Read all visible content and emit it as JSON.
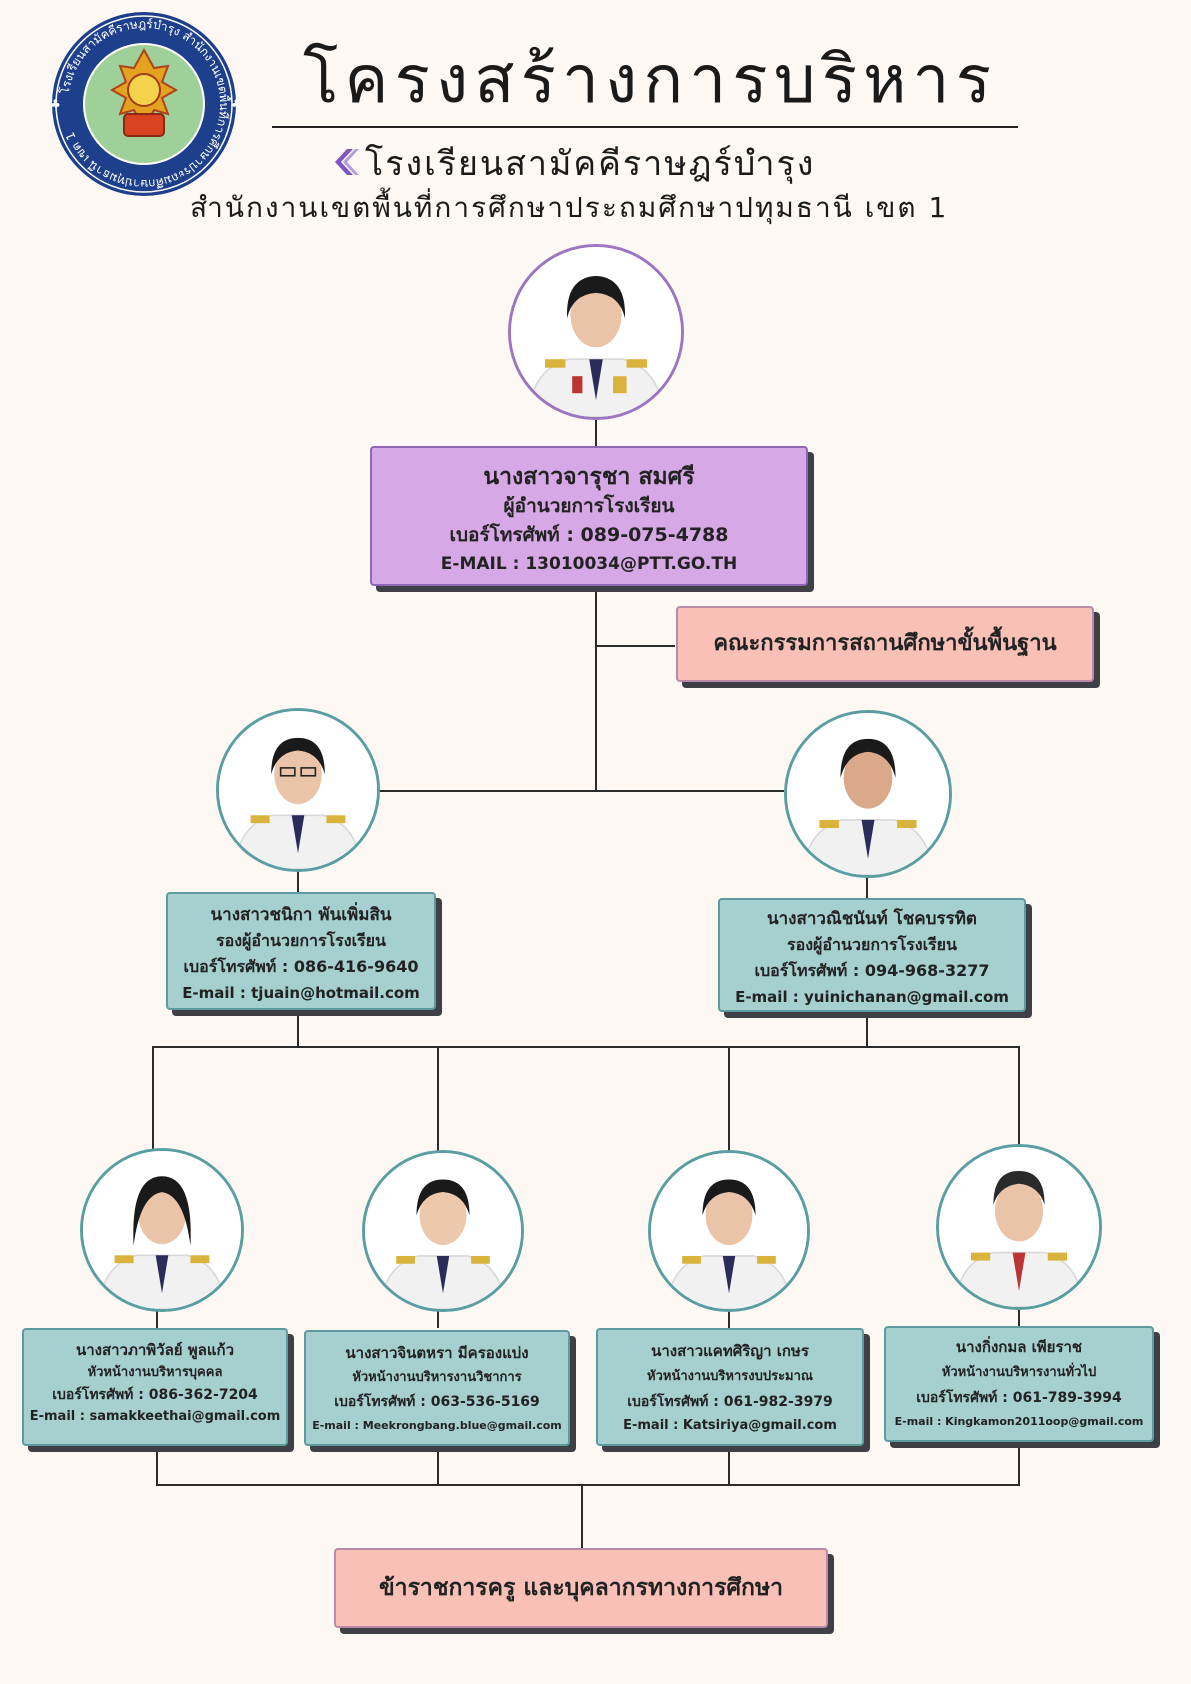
{
  "header": {
    "title": "โครงสร้างการบริหาร",
    "school": "โรงเรียนสามัคคีราษฎร์บำรุง",
    "office": "สำนักงานเขตพื้นที่การศึกษาประถมศึกษาปทุมธานี  เขต 1"
  },
  "logo": {
    "ring_text": "โรงเรียนสามัคคีราษฎร์บำรุง สำนักงานเขตพื้นที่การศึกษาประถมศึกษาปทุมธานี เขต 1"
  },
  "director": {
    "name": "นางสาวจารุชา  สมศรี",
    "position": "ผู้อำนวยการโรงเรียน",
    "phone": "เบอร์โทรศัพท์ : 089-075-4788",
    "email": "E-MAIL : 13010034@PTT.GO.TH"
  },
  "committee": {
    "label": "คณะกรรมการสถานศึกษาขั้นพื้นฐาน"
  },
  "deputies": [
    {
      "name": "นางสาวชนิกา  พันเพิ่มสิน",
      "position": "รองผู้อำนวยการโรงเรียน",
      "phone": "เบอร์โทรศัพท์ : 086-416-9640",
      "email": "E-mail : tjuain@hotmail.com"
    },
    {
      "name": "นางสาวณิชนันท์  โชคบรรทิต",
      "position": "รองผู้อำนวยการโรงเรียน",
      "phone": "เบอร์โทรศัพท์ : 094-968-3277",
      "email": "E-mail : yuinichanan@gmail.com"
    }
  ],
  "heads": [
    {
      "name": "นางสาวภาพิวัลย์  พูลแก้ว",
      "position": "หัวหน้างานบริหารบุคคล",
      "phone": "เบอร์โทรศัพท์ : 086-362-7204",
      "email": "E-mail : samakkeethai@gmail.com"
    },
    {
      "name": "นางสาวจินตหรา  มีครองแบ่ง",
      "position": "หัวหน้างานบริหารงานวิชาการ",
      "phone": "เบอร์โทรศัพท์ : 063-536-5169",
      "email": "E-mail : Meekrongbang.blue@gmail.com"
    },
    {
      "name": "นางสาวแคทศิริญา  เกษร",
      "position": "หัวหน้างานบริหารงบประมาณ",
      "phone": "เบอร์โทรศัพท์ : 061-982-3979",
      "email": "E-mail : Katsiriya@gmail.com"
    },
    {
      "name": "นางกิ่งกมล  เพียราช",
      "position": "หัวหน้างานบริหารงานทั่วไป",
      "phone": "เบอร์โทรศัพท์ : 061-789-3994",
      "email": "E-mail : Kingkamon2011oop@gmail.com"
    }
  ],
  "staff": {
    "label": "ข้าราชการครู และบุคลากรทางการศึกษา"
  },
  "colors": {
    "background": "#fdf8f4",
    "director_card": "#d7a8e6",
    "staff_card": "#a6cfd0",
    "committee_card": "#f9c0b7",
    "director_ring": "#9d76c0",
    "staff_ring": "#5b9ea2"
  }
}
